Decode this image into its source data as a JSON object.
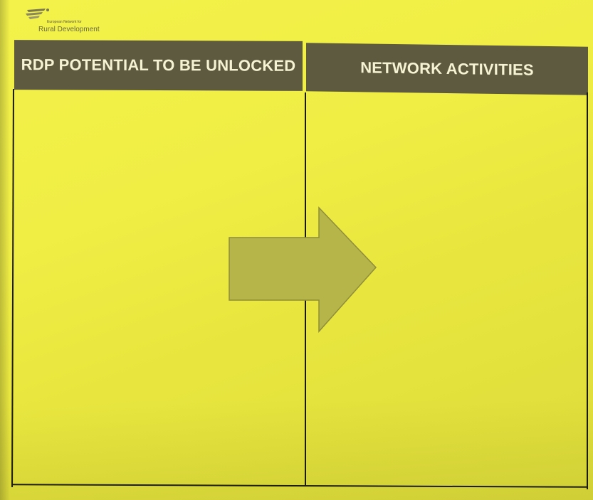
{
  "logo": {
    "org_line1": "European Network for",
    "org_line2": "Rural Development",
    "icon": "enrd-logo-icon"
  },
  "columns": [
    {
      "heading": "RDP POTENTIAL TO BE UNLOCKED"
    },
    {
      "heading": "NETWORK ACTIVITIES"
    }
  ],
  "arrow": {
    "icon": "right-arrow-icon",
    "color": "#b6b54a"
  },
  "colors": {
    "paper": "#f0ee45",
    "header_bg": "#5e5a3f",
    "header_text": "#f5f3d3",
    "line": "#1a1a12"
  }
}
